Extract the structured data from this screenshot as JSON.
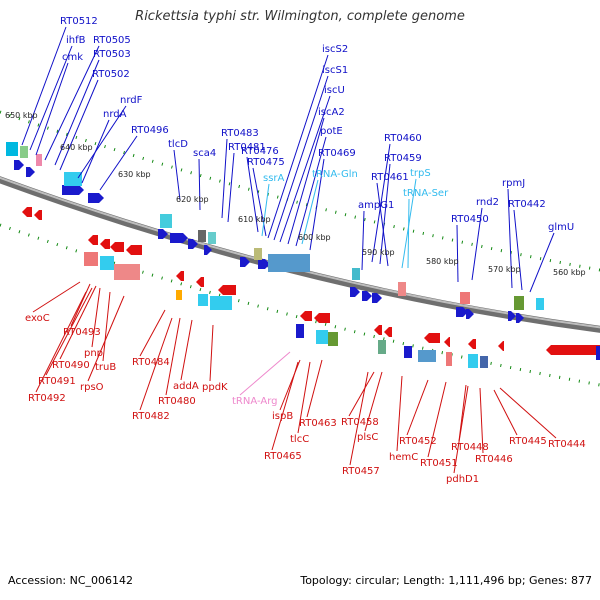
{
  "title": "Rickettsia typhi str. Wilmington, complete genome",
  "footer": {
    "accession": "Accession: NC_006142",
    "stats": "Topology: circular; Length: 1,111,496 bp; Genes: 877"
  },
  "colors": {
    "forward_label": "#1010c8",
    "reverse_label": "#d01010",
    "rna_label": "#33bbee",
    "trna_reverse_label": "#ee88cc",
    "backbone": "#888888",
    "tick": "#118811"
  },
  "kbp_ticks": [
    "650 kbp",
    "640 kbp",
    "630 kbp",
    "620 kbp",
    "610 kbp",
    "600 kbp",
    "590 kbp",
    "580 kbp",
    "570 kbp",
    "560 kbp"
  ],
  "forward_labels": [
    "RT0512",
    "ihfB",
    "cmk",
    "RT0505",
    "RT0503",
    "RT0502",
    "nrdF",
    "nrdA",
    "RT0496",
    "tlcD",
    "sca4",
    "RT0483",
    "RT0481",
    "RT0476",
    "RT0475",
    "iscS2",
    "iscS1",
    "iscU",
    "iscA2",
    "potE",
    "RT0469",
    "RT0460",
    "RT0459",
    "RT0461",
    "ampG1",
    "rnd2",
    "RT0450",
    "rpmJ",
    "RT0442",
    "glmU"
  ],
  "rna_labels": [
    "ssrA",
    "tRNA-Gln",
    "trpS",
    "tRNA-Ser"
  ],
  "reverse_labels": [
    "exoC",
    "RT0493",
    "RT0490",
    "pnp",
    "RT0491",
    "truB",
    "rpsO",
    "RT0492",
    "RT0484",
    "RT0480",
    "addA",
    "RT0482",
    "ppdK",
    "tRNA-Arg",
    "ispB",
    "tlcC",
    "RT0463",
    "RT0465",
    "RT0458",
    "plsC",
    "RT0457",
    "hemC",
    "RT0452",
    "RT0451",
    "RT0448",
    "pdhD1",
    "RT0446",
    "RT0445",
    "RT0444"
  ]
}
